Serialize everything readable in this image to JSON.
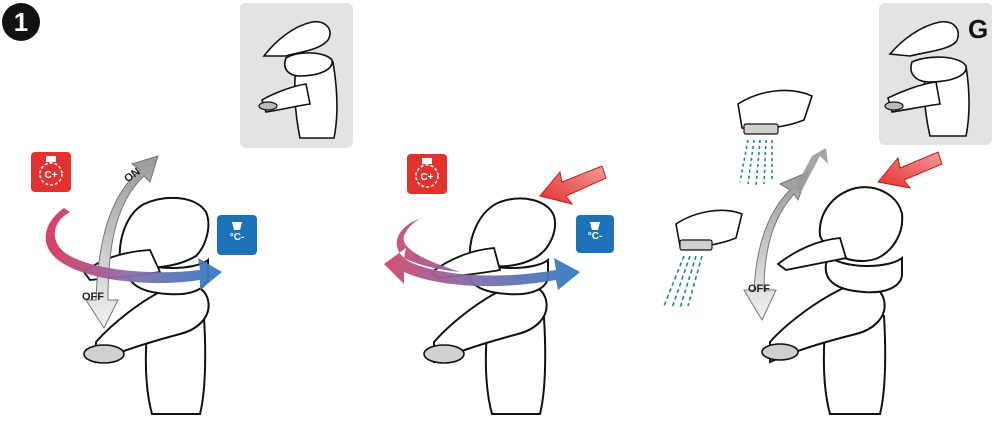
{
  "step": {
    "number": "1"
  },
  "thumbnail_right": {
    "letter": "G"
  },
  "labels": {
    "on": "ON",
    "off": "OFF"
  },
  "colors": {
    "hot": "#e2312f",
    "cold": "#1d72b8",
    "arrow_gray": "#9a9a9a",
    "panel_bg": "#e3e3e3",
    "outline": "#111111",
    "water": "#2a7ea0"
  },
  "icons": {
    "hot_badge": "hot-water-icon",
    "cold_badge": "cold-water-icon"
  }
}
